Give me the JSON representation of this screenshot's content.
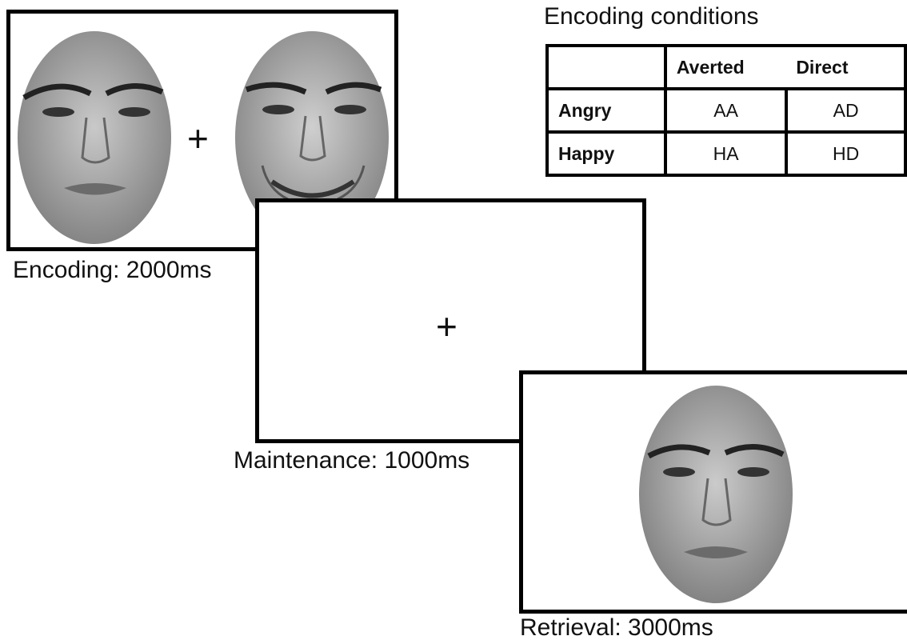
{
  "encoding_conditions": {
    "title": "Encoding conditions",
    "columns": [
      "Averted",
      "Direct"
    ],
    "rows": [
      {
        "label": "Angry",
        "cells": [
          "AA",
          "AD"
        ]
      },
      {
        "label": "Happy",
        "cells": [
          "HA",
          "HD"
        ]
      }
    ]
  },
  "stages": {
    "encoding": {
      "caption": "Encoding: 2000ms",
      "fixation": "+"
    },
    "maintenance": {
      "caption": "Maintenance: 1000ms",
      "fixation": "+"
    },
    "retrieval": {
      "caption": "Retrieval: 3000ms"
    }
  },
  "colors": {
    "frame": "#000000",
    "face": "#9a9a9a"
  }
}
